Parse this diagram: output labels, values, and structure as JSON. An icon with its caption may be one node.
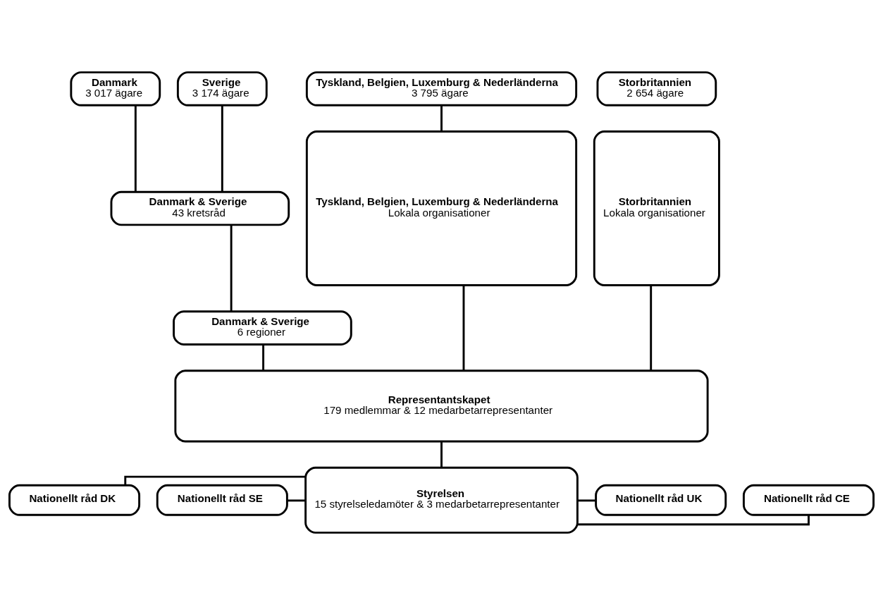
{
  "diagram": {
    "nodes": [
      {
        "text": [
          "Danmark",
          "3 017 ägare"
        ]
      },
      {
        "text": [
          "Sverige",
          "3 174 ägare"
        ]
      },
      {
        "text": [
          "Tyskland, Belgien, Luxemburg & Nederländerna",
          "3 795 ägare"
        ]
      },
      {
        "text": [
          "Storbritannien",
          "2 654 ägare"
        ]
      },
      {
        "text": [
          "Danmark & Sverige",
          "43 kretsråd"
        ]
      },
      {
        "text": [
          "Tyskland, Belgien, Luxemburg & Nederländerna",
          "Lokala organisationer"
        ]
      },
      {
        "text": [
          "Storbritannien",
          "Lokala organisationer"
        ]
      },
      {
        "text": [
          "Danmark & Sverige",
          "6 regioner"
        ]
      },
      {
        "text": [
          "Representantskapet",
          "179 medlemmar & 12 medarbetarrepresentanter"
        ]
      },
      {
        "text": [
          "Nationellt råd DK"
        ]
      },
      {
        "text": [
          "Styrelsen",
          "15 styrelseledamöter & 3 medarbetarrepresentanter"
        ]
      },
      {
        "text": [
          "Nationellt råd CE"
        ]
      },
      {
        "text": [
          "Nationellt råd SE"
        ]
      },
      {
        "text": [
          "Nationellt råd UK"
        ]
      }
    ],
    "edges": [
      {
        "from": 0,
        "to": 4,
        "arrow": "none"
      },
      {
        "from": 1,
        "to": 4,
        "arrow": "none"
      },
      {
        "from": 2,
        "to": 5,
        "arrow": "none"
      },
      {
        "from": 4,
        "to": 7,
        "arrow": "none"
      },
      {
        "from": 7,
        "to": 8,
        "arrow": "none"
      },
      {
        "from": 5,
        "to": 8,
        "arrow": "none"
      },
      {
        "from": 6,
        "to": 8,
        "arrow": "none"
      },
      {
        "from": 8,
        "to": 10,
        "arrow": "none"
      },
      {
        "from": 9,
        "to": 10,
        "arrow": "none"
      },
      {
        "from": 12,
        "to": 10,
        "arrow": "none"
      },
      {
        "from": 10,
        "to": 11,
        "arrow": "none"
      },
      {
        "from": 10,
        "to": 13,
        "arrow": "none"
      }
    ]
  }
}
